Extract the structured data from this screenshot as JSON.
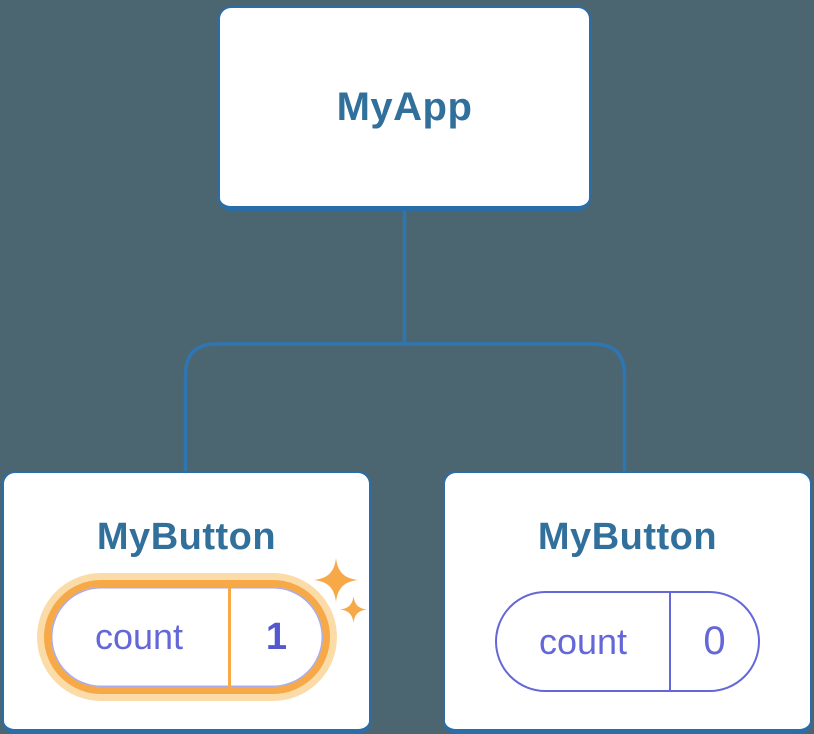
{
  "diagram": {
    "root": {
      "label": "MyApp"
    },
    "children": [
      {
        "label": "MyButton",
        "state": {
          "label": "count",
          "value": "1"
        },
        "highlighted": true
      },
      {
        "label": "MyButton",
        "state": {
          "label": "count",
          "value": "0"
        },
        "highlighted": false
      }
    ]
  },
  "icons": {
    "sparkle_large": "sparkle-icon",
    "sparkle_small": "sparkle-icon"
  },
  "colors": {
    "background": "#4c6671",
    "card_bg": "#ffffff",
    "card_border": "#2b6da6",
    "title": "#32709c",
    "connector": "#2e76b2",
    "purple": "#6467d8",
    "purple_strong": "#5457d0",
    "orange": "#f6a946",
    "orange_glow": "#fbdca8"
  }
}
